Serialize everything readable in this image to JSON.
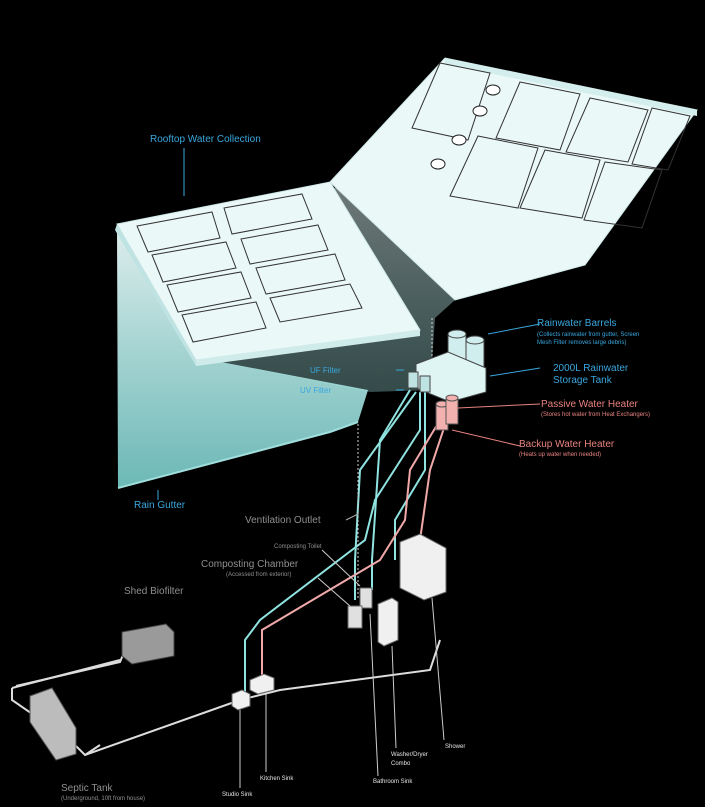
{
  "colors": {
    "background": "#000000",
    "blue_label": "#3aa7de",
    "red_label": "#e8837f",
    "grey_label": "#8f8f8f",
    "white_label": "#e6e6e6",
    "water_line": "#8fe3e0",
    "hot_line": "#f0a8a8",
    "roof_fill": "#e6f7f6"
  },
  "labels": {
    "rooftop": "Rooftop Water Collection",
    "rain_gutter": "Rain Gutter",
    "rainwater_barrels": "Rainwater Barrels",
    "rainwater_barrels_desc1": "(Collects rainwater from gutter, Screen",
    "rainwater_barrels_desc2": "Mesh Filter removes large debris)",
    "storage_tank1": "2000L Rainwater",
    "storage_tank2": "Storage Tank",
    "uf_filter": "UF Filter",
    "uv_filter": "UV Filter",
    "passive_heater": "Passive Water Heater",
    "passive_heater_desc": "(Stores hot water from Heat Exchangers)",
    "backup_heater": "Backup Water Heater",
    "backup_heater_desc": "(Heats up water when needed)",
    "ventilation": "Ventilation Outlet",
    "composting_toilet": "Composting Toilet",
    "composting_chamber": "Composting Chamber",
    "composting_chamber_desc": "(Accessed from exterior)",
    "shed_biofilter": "Shed Biofilter",
    "septic_tank": "Septic Tank",
    "septic_tank_desc": "(Underground, 10ft from house)",
    "studio_sink": "Studio Sink",
    "kitchen_sink": "Kitchen Sink",
    "bathroom_sink": "Bathroom Sink",
    "washer1": "Washer/Dryer",
    "washer2": "Combo",
    "shower": "Shower"
  }
}
